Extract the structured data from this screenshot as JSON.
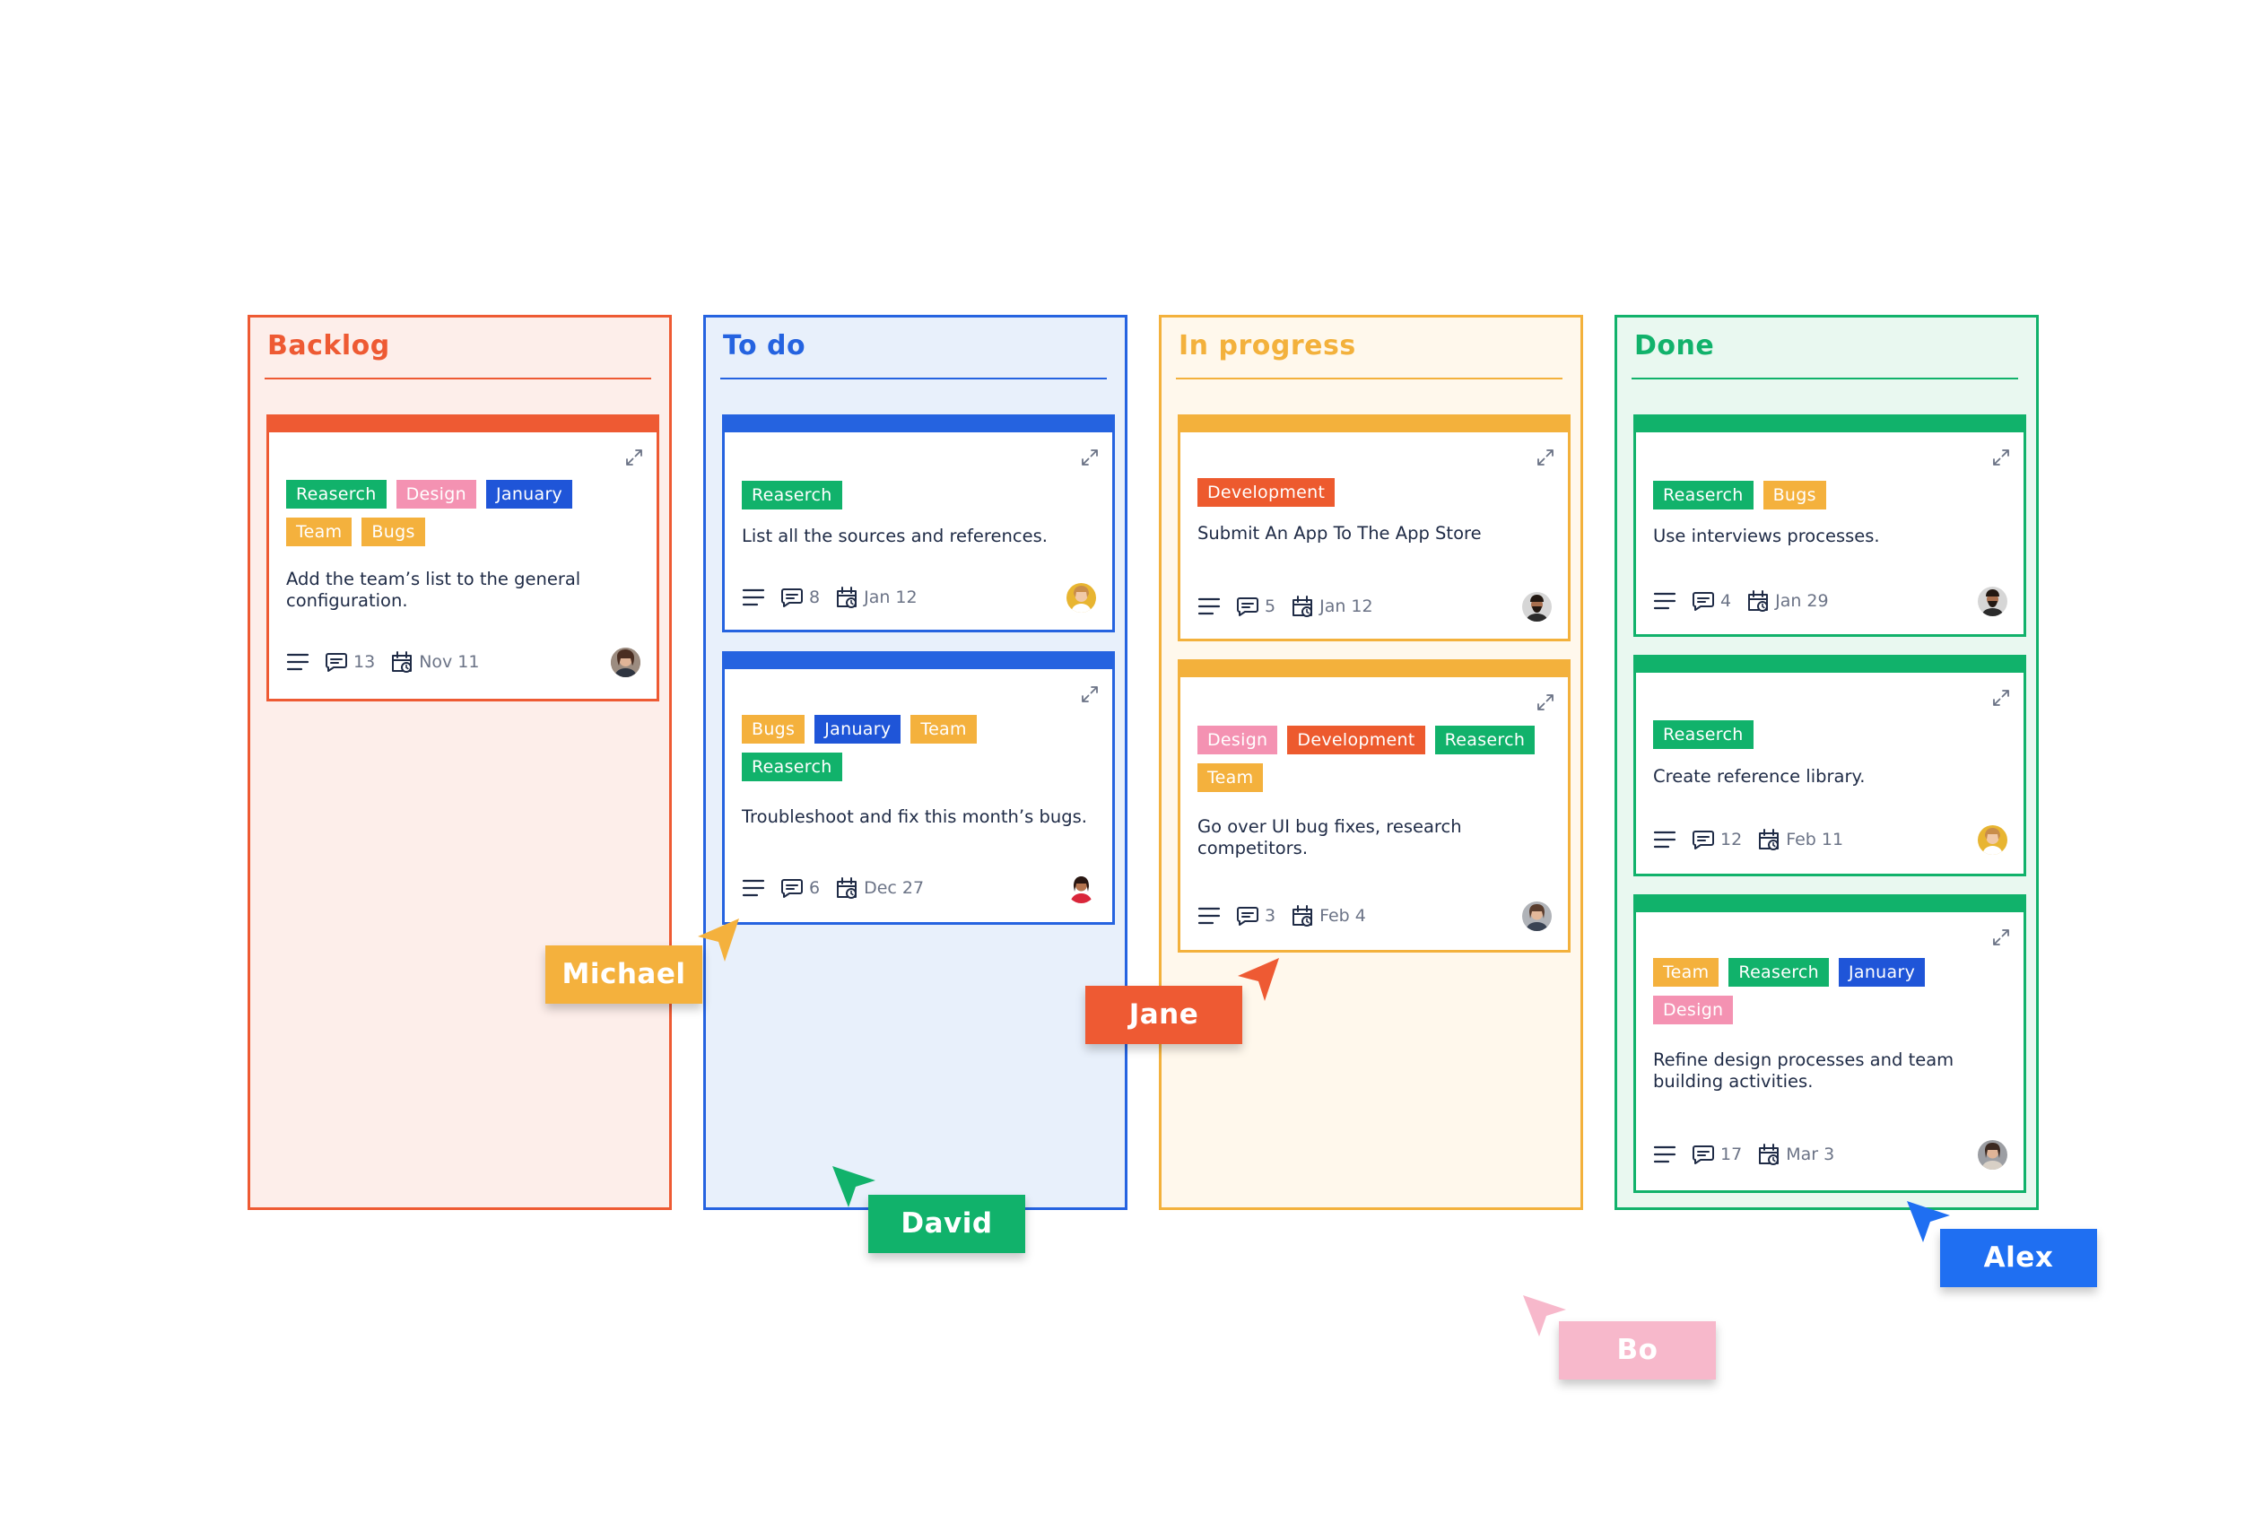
{
  "colors": {
    "backlog": "#ee5a33",
    "todo": "#2563e0",
    "inprogress": "#f3b13c",
    "done": "#11b26b",
    "tag_green": "#11b26b",
    "tag_pink": "#f492b2",
    "tag_blue": "#1f55d8",
    "tag_yellow": "#f4b13d",
    "tag_orange": "#ed5a2e"
  },
  "columns": {
    "backlog": {
      "title": "Backlog",
      "cards": [
        {
          "tags": [
            "Reaserch",
            "Design",
            "January",
            "Team",
            "Bugs"
          ],
          "description": "Add the team’s list to the general configuration.",
          "comments": "13",
          "date": "Nov 11"
        }
      ]
    },
    "todo": {
      "title": "To do",
      "cards": [
        {
          "tags": [
            "Reaserch"
          ],
          "description": "List all the sources and references.",
          "comments": "8",
          "date": "Jan 12"
        },
        {
          "tags": [
            "Bugs",
            "January",
            "Team",
            "Reaserch"
          ],
          "description": "Troubleshoot and fix this month’s bugs.",
          "comments": "6",
          "date": "Dec 27"
        }
      ]
    },
    "inprogress": {
      "title": "In progress",
      "cards": [
        {
          "tags": [
            "Development"
          ],
          "description": "Submit An App To The App Store",
          "comments": "5",
          "date": "Jan 12"
        },
        {
          "tags": [
            "Design",
            "Development",
            "Reaserch",
            "Team"
          ],
          "description": "Go over UI bug fixes, research competitors.",
          "comments": "3",
          "date": "Feb 4"
        }
      ]
    },
    "done": {
      "title": "Done",
      "cards": [
        {
          "tags": [
            "Reaserch",
            "Bugs"
          ],
          "description": "Use interviews processes.",
          "comments": "4",
          "date": "Jan 29"
        },
        {
          "tags": [
            "Reaserch"
          ],
          "description": "Create reference library.",
          "comments": "12",
          "date": "Feb 11"
        },
        {
          "tags": [
            "Team",
            "Reaserch",
            "January",
            "Design"
          ],
          "description": "Refine design processes and team building activities.",
          "comments": "17",
          "date": "Mar 3"
        }
      ]
    }
  },
  "collaborators": {
    "michael": {
      "name": "Michael",
      "color": "#f4b13d"
    },
    "jane": {
      "name": "Jane",
      "color": "#ee5a33"
    },
    "david": {
      "name": "David",
      "color": "#11b26b"
    },
    "bo": {
      "name": "Bo",
      "color": "#f7b8cb"
    },
    "alex": {
      "name": "Alex",
      "color": "#1f6ff2"
    }
  },
  "icons": {
    "expand": "expand-icon",
    "description": "lines-icon",
    "comments": "comment-icon",
    "date": "calendar-icon",
    "cursor": "pointer-arrow-icon"
  }
}
